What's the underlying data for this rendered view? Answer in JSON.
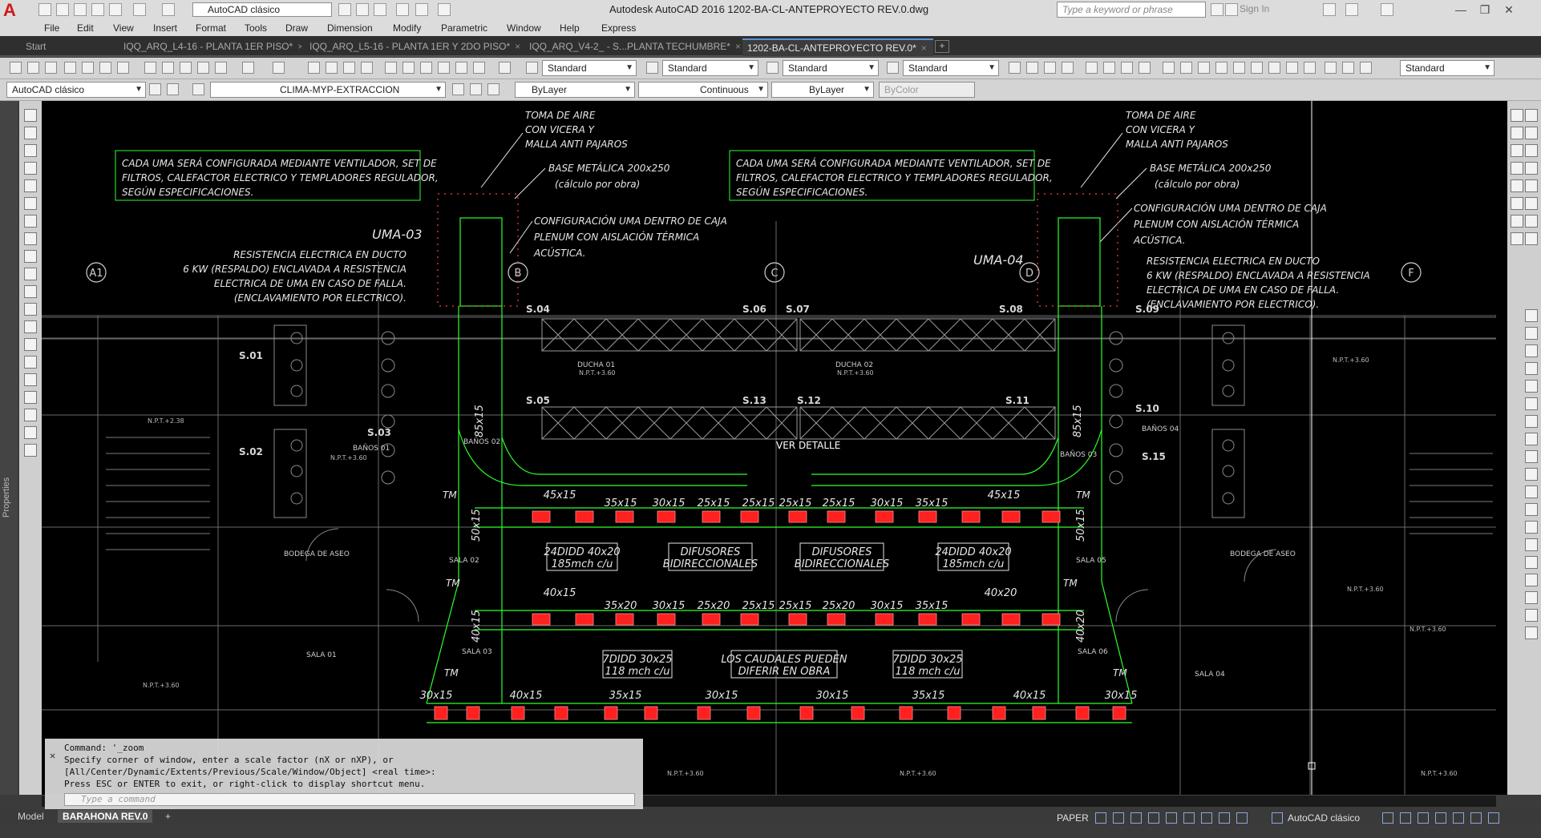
{
  "title_bar": {
    "workspace": "AutoCAD clásico",
    "window_title": "Autodesk AutoCAD 2016    1202-BA-CL-ANTEPROYECTO REV.0.dwg",
    "search_placeholder": "Type a keyword or phrase",
    "signin": "Sign In"
  },
  "menu": [
    "File",
    "Edit",
    "View",
    "Insert",
    "Format",
    "Tools",
    "Draw",
    "Dimension",
    "Modify",
    "Parametric",
    "Window",
    "Help",
    "Express"
  ],
  "tabs": [
    {
      "label": "Start"
    },
    {
      "label": "IQQ_ARQ_L4-16 - PLANTA 1ER PISO*"
    },
    {
      "label": "IQQ_ARQ_L5-16 - PLANTA 1ER Y 2DO PISO*"
    },
    {
      "label": "IQQ_ARQ_V4-2_ - S...PLANTA TECHUMBRE*"
    },
    {
      "label": "1202-BA-CL-ANTEPROYECTO REV.0*"
    }
  ],
  "toolbar_styles": {
    "text_style": "Standard",
    "dim_style": "Standard",
    "table_style": "Standard",
    "mleader_style": "Standard",
    "visual_style": "Standard"
  },
  "properties_bar": {
    "workspace": "AutoCAD clásico",
    "layer": "CLIMA-MYP-EXTRACCION",
    "color": "ByLayer",
    "linetype": "Continuous",
    "lineweight": "ByLayer",
    "plotstyle": "ByColor"
  },
  "left_panel_label": "Properties",
  "drawing": {
    "note_box": "CADA UMA SERÁ CONFIGURADA MEDIANTE VENTILADOR, SET DE FILTROS, CALEFACTOR ELECTRICO Y TEMPLADORES REGULADOR, SEGÚN ESPECIFICACIONES.",
    "note_box_lines": [
      "CADA UMA SERÁ CONFIGURADA MEDIANTE VENTILADOR, SET DE",
      "FILTROS, CALEFACTOR ELECTRICO Y TEMPLADORES REGULADOR,",
      "SEGÚN ESPECIFICACIONES."
    ],
    "air_intake_lines": [
      "TOMA DE AIRE",
      "CON VICERA Y",
      "MALLA ANTI PAJAROS"
    ],
    "base_lines": [
      "BASE METÁLICA 200x250",
      "(cálculo por obra)"
    ],
    "config_lines": [
      "CONFIGURACIÓN UMA DENTRO DE CAJA",
      "PLENUM CON AISLACIÓN TÉRMICA",
      "ACÚSTICA."
    ],
    "resist_lines": [
      "RESISTENCIA ELECTRICA EN DUCTO",
      "6 KW (RESPALDO) ENCLAVADA A RESISTENCIA",
      "ELECTRICA DE UMA EN CASO DE FALLA.",
      "(ENCLAVAMIENTO POR ELECTRICO)."
    ],
    "uma_left": "UMA-03",
    "uma_right": "UMA-04",
    "grid_axes": [
      "A1",
      "B",
      "C",
      "D",
      "F"
    ],
    "rooms": [
      "S.01",
      "S.02",
      "S.03",
      "S.04",
      "S.05",
      "S.06",
      "S.07",
      "S.08",
      "S.09",
      "S.10",
      "S.11",
      "S.12",
      "S.13",
      "S.15"
    ],
    "room_names": [
      "DUCHA 01",
      "DUCHA 02",
      "BAÑOS 01",
      "BAÑOS 02",
      "BAÑOS 03",
      "BAÑOS 04",
      "BODEGA DE ASEO",
      "SALA 01",
      "SALA 02",
      "SALA 03",
      "SALA 04",
      "SALA 05",
      "SALA 06"
    ],
    "levels": [
      "N.P.T.+3.60",
      "N.P.T.+2.38"
    ],
    "duct_sizes_row1": [
      "45x15",
      "35x15",
      "30x15",
      "25x15",
      "25x15",
      "25x15",
      "25x15",
      "30x15",
      "35x15",
      "45x15"
    ],
    "duct_sizes_row2": [
      "40x15",
      "35x20",
      "30x15",
      "25x20",
      "25x15",
      "25x15",
      "25x20",
      "30x15",
      "35x15",
      "40x20"
    ],
    "duct_sizes_row3": [
      "30x15",
      "40x15",
      "35x15",
      "30x15",
      "30x15",
      "35x15",
      "40x15",
      "30x15"
    ],
    "vertical_ducts": [
      "85x15",
      "50x15",
      "40x15",
      "85x15",
      "50x15",
      "40x20"
    ],
    "diffuser_box_1": [
      "24DIDD 40x20",
      "185mch c/u"
    ],
    "diffuser_box_2": [
      "DIFUSORES",
      "BIDIRECCIONALES"
    ],
    "diffuser_box_3": [
      "7DIDD 30x25",
      "118 mch c/u"
    ],
    "caudales_note": [
      "LOS CAUDALES PUEDEN",
      "DIFERIR EN OBRA"
    ],
    "ver_detalle": "VER DETALLE",
    "tm": "TM"
  },
  "command": {
    "history": [
      "Command: '_zoom",
      "Specify corner of window, enter a scale factor (nX or nXP), or",
      "[All/Center/Dynamic/Extents/Previous/Scale/Window/Object] <real time>:",
      "Press ESC or ENTER to exit, or right-click to display shortcut menu."
    ],
    "placeholder": "Type a command"
  },
  "layout_tabs": {
    "model": "Model",
    "active": "BARAHONA REV.0",
    "add": "+"
  },
  "status": {
    "paper": "PAPER",
    "workspace": "AutoCAD clásico"
  },
  "colors": {
    "accent": "#5a8fd6",
    "duct": "#2cff2c",
    "diffuser": "#ff2020",
    "canvas": "#000000"
  }
}
